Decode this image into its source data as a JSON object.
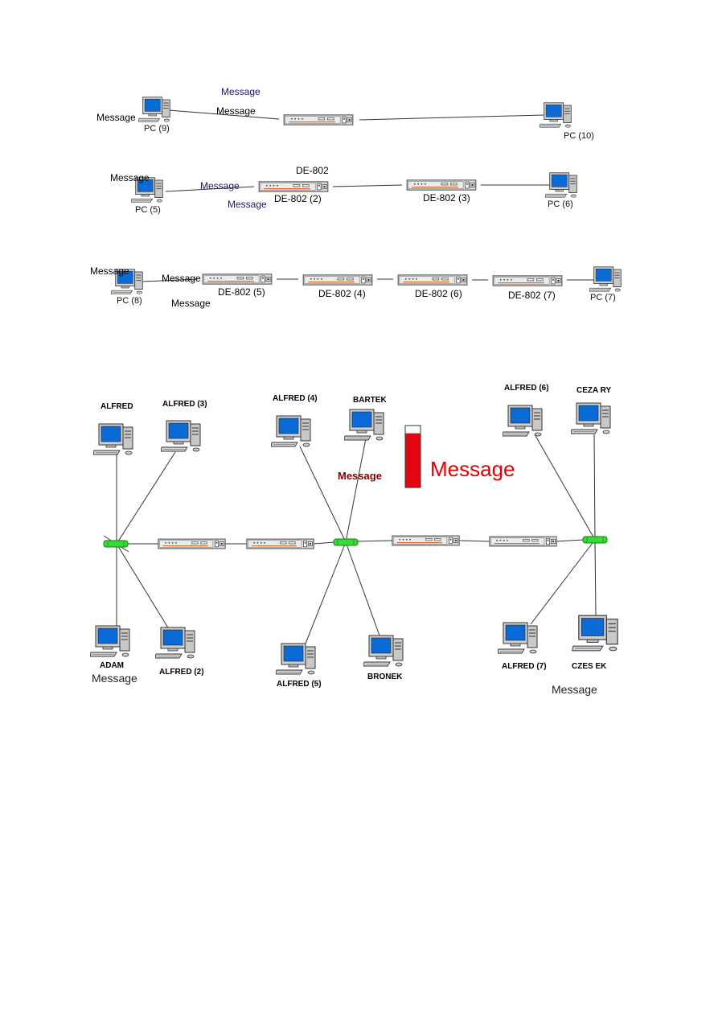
{
  "diagram1": {
    "pc_left_label": "PC (9)",
    "pc_right_label": "PC (10)",
    "message_top": "Message",
    "message_mid": "Message",
    "message_left": "Message"
  },
  "diagram2": {
    "pc_left_label": "PC (5)",
    "pc_right_label": "PC (6)",
    "repeater_top_label": "DE-802",
    "repeater1_label": "DE-802 (2)",
    "repeater2_label": "DE-802 (3)",
    "message_left": "Message",
    "message_mid": "Message",
    "message_bottom": "Message"
  },
  "diagram3": {
    "pc_left_label": "PC (8)",
    "pc_right_label": "PC (7)",
    "repeater1_label": "DE-802 (5)",
    "repeater2_label": "DE-802 (4)",
    "repeater3_label": "DE-802 (6)",
    "repeater4_label": "DE-802 (7)",
    "message_left": "Message",
    "message_mid": "Message",
    "message_bottom": "Message"
  },
  "diagram4": {
    "nodes": {
      "alfred": "ALFRED",
      "alfred3": "ALFRED (3)",
      "alfred4": "ALFRED (4)",
      "bartek": "BARTEK",
      "alfred6": "ALFRED (6)",
      "cezary": "CEZA RY",
      "adam": "ADAM",
      "alfred2": "ALFRED (2)",
      "alfred5": "ALFRED (5)",
      "bronek": "BRONEK",
      "alfred7": "ALFRED (7)",
      "czesek": "CZES EK"
    },
    "message_adam": "Message",
    "message_center": "Message",
    "message_big": "Message",
    "message_czesek": "Message",
    "indicator_fill": 0.88,
    "indicator_color": "#e30613"
  },
  "colors": {
    "screen": "#0a6bd6",
    "hub": "#33dd33",
    "repeater_body": "#d9d9d9",
    "repeater_stripe": "#e06a2a"
  }
}
